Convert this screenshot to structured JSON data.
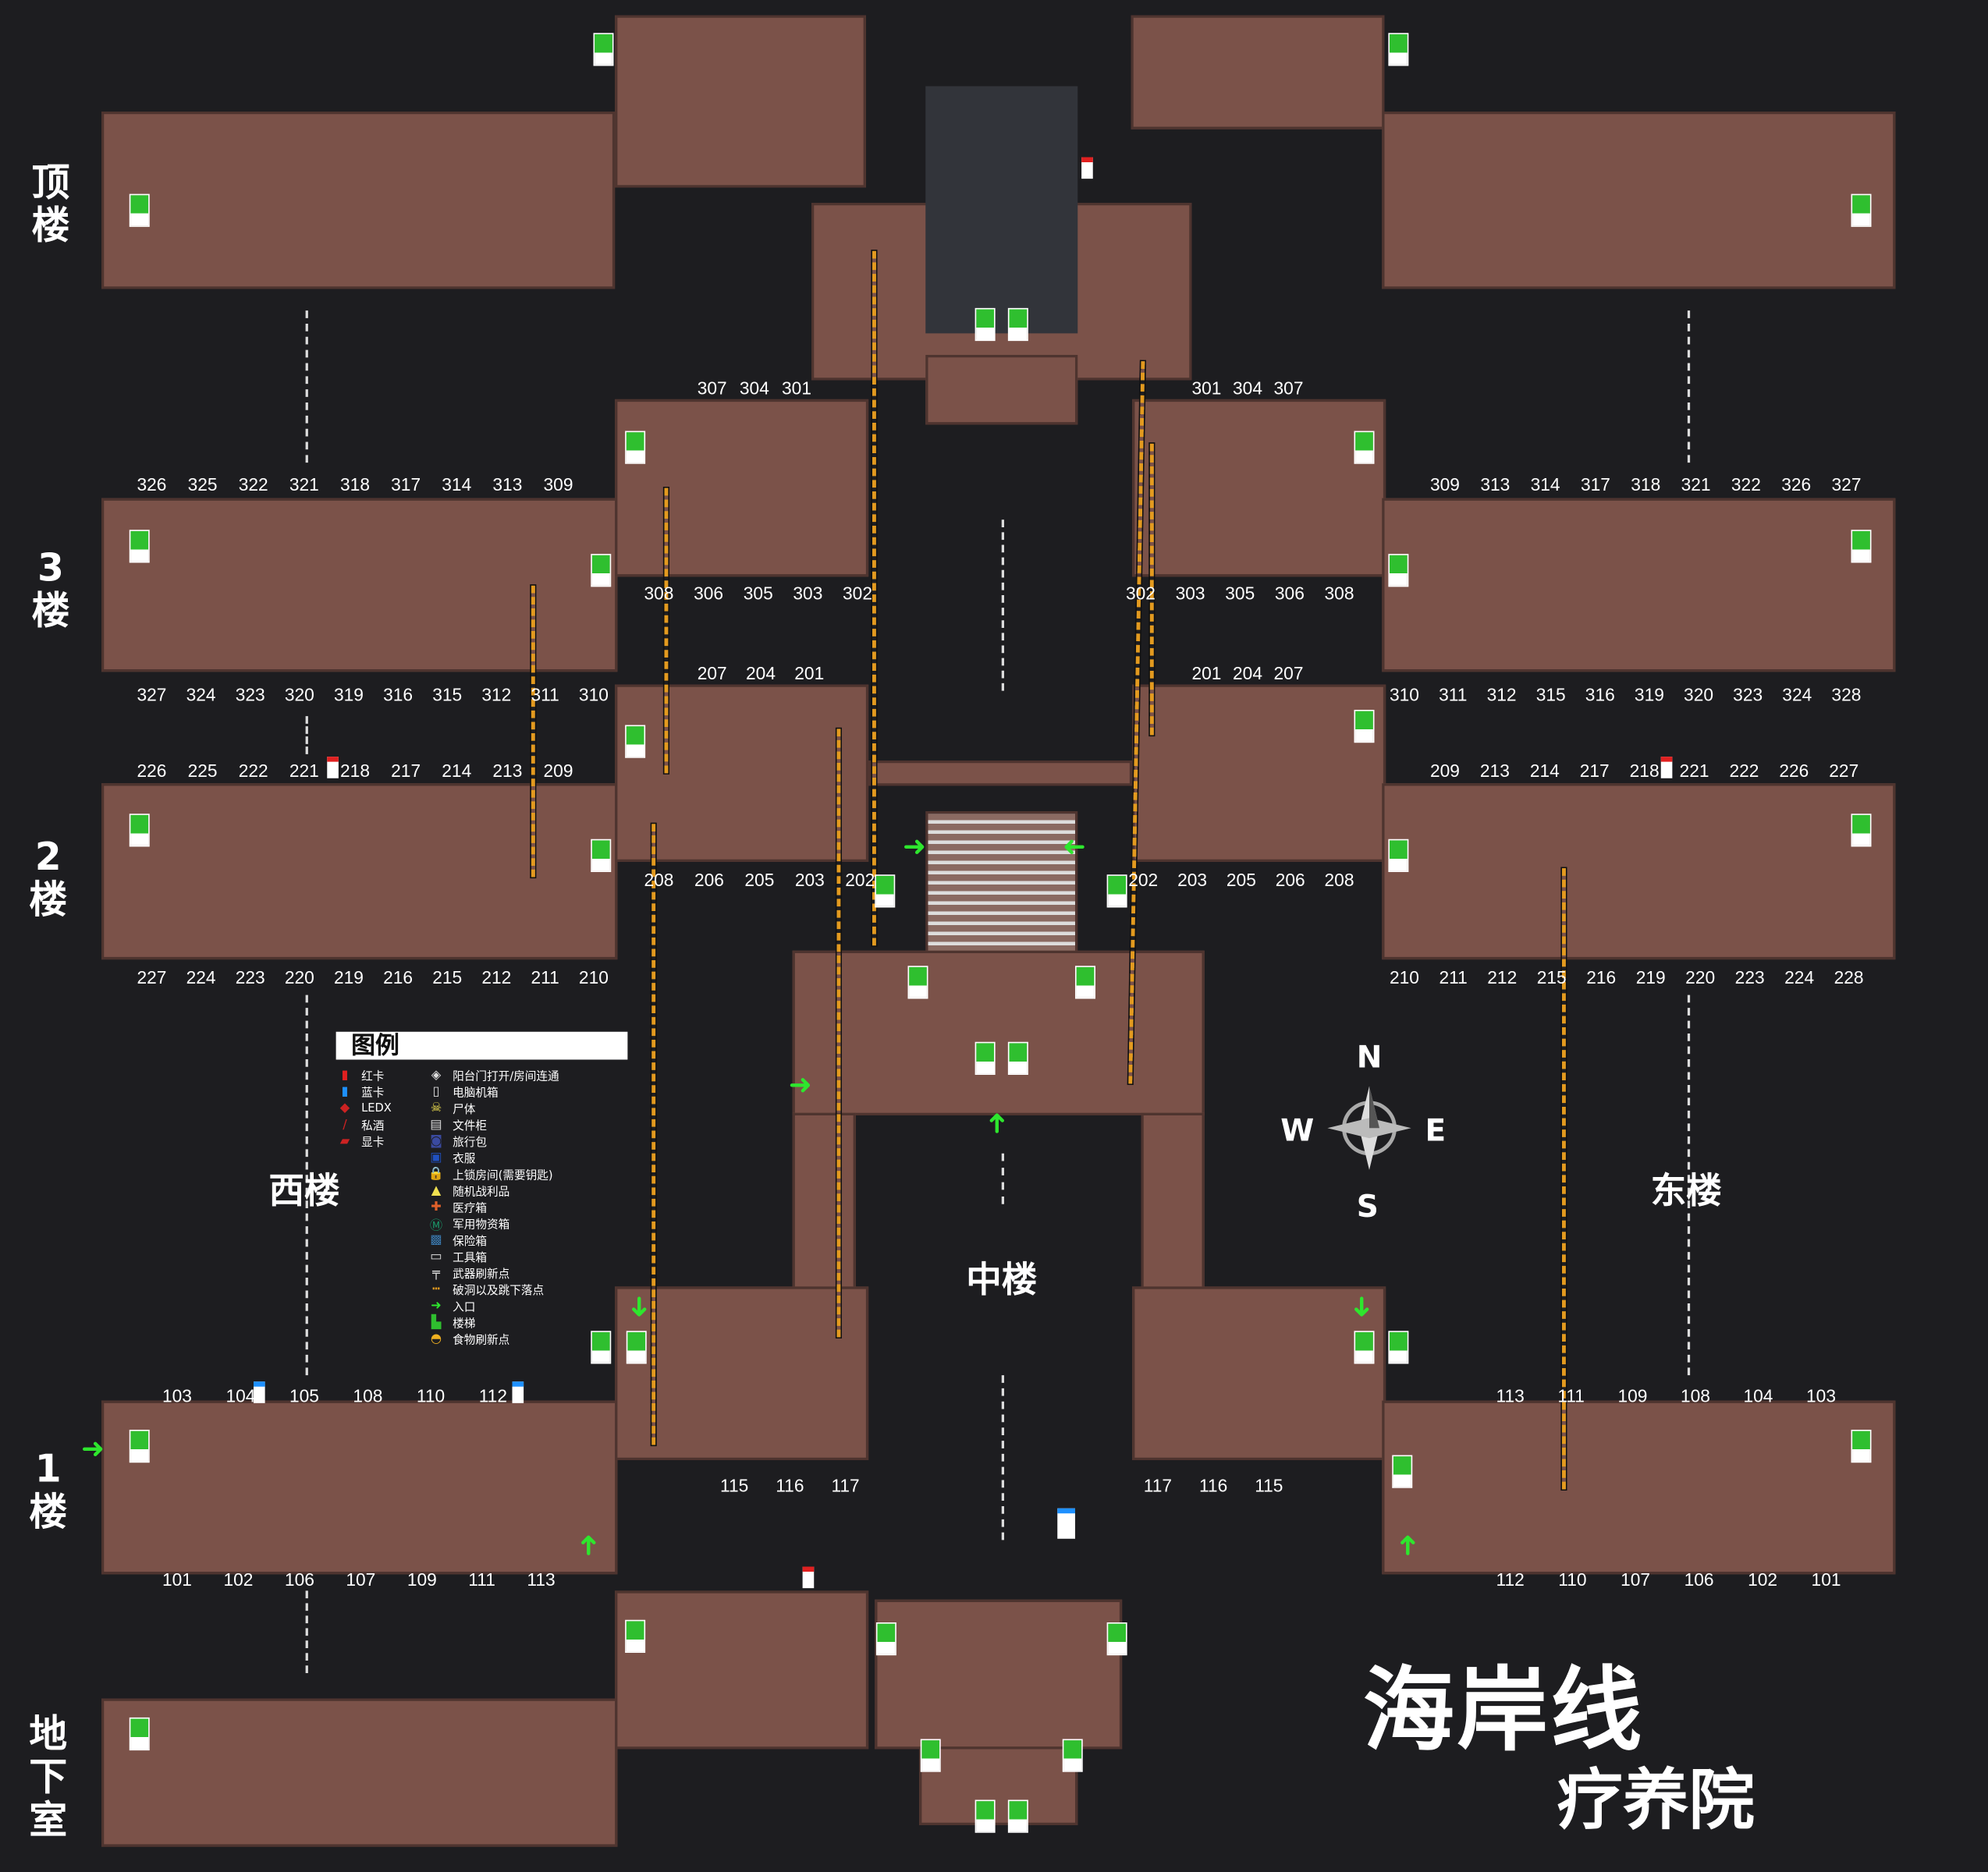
{
  "map_title": {
    "line1": "海岸线",
    "line2": "疗养院"
  },
  "floors": {
    "roof": "顶楼",
    "f3": "3楼",
    "f2": "2楼",
    "f1": "1楼",
    "basement": "地下室"
  },
  "buildings": {
    "west": "西楼",
    "center": "中楼",
    "east": "东楼"
  },
  "compass": {
    "n": "N",
    "s": "S",
    "w": "W",
    "e": "E"
  },
  "legend": {
    "title": "图例",
    "left": [
      {
        "icon": "red-keycard",
        "label": "红卡"
      },
      {
        "icon": "blue-keycard",
        "label": "蓝卡"
      },
      {
        "icon": "ledx",
        "label": "LEDX"
      },
      {
        "icon": "moonshine",
        "label": "私酒"
      },
      {
        "icon": "gpu",
        "label": "显卡"
      }
    ],
    "right": [
      {
        "icon": "door-connect",
        "label": "阳台门打开/房间连通"
      },
      {
        "icon": "pc-case",
        "label": "电脑机箱"
      },
      {
        "icon": "corpse",
        "label": "尸体"
      },
      {
        "icon": "file-cabinet",
        "label": "文件柜"
      },
      {
        "icon": "duffel-bag",
        "label": "旅行包"
      },
      {
        "icon": "clothes",
        "label": "衣服"
      },
      {
        "icon": "lock",
        "label": "上锁房间(需要钥匙)"
      },
      {
        "icon": "loose-loot",
        "label": "随机战利品"
      },
      {
        "icon": "medbag",
        "label": "医疗箱"
      },
      {
        "icon": "military-crate",
        "label": "军用物资箱"
      },
      {
        "icon": "safe",
        "label": "保险箱"
      },
      {
        "icon": "toolbox",
        "label": "工具箱"
      },
      {
        "icon": "weapon-spawn",
        "label": "武器刷新点"
      },
      {
        "icon": "hole-drop",
        "label": "破洞以及跳下落点"
      },
      {
        "icon": "entrance",
        "label": "入口"
      },
      {
        "icon": "stairs",
        "label": "楼梯"
      },
      {
        "icon": "food-spawn",
        "label": "食物刷新点"
      }
    ]
  },
  "rooms": {
    "f3_west_top": [
      "326",
      "325",
      "322",
      "321",
      "318",
      "317",
      "314",
      "313",
      "309"
    ],
    "f3_west_bottom": [
      "327",
      "324",
      "323",
      "320",
      "319",
      "316",
      "315",
      "312",
      "311",
      "310"
    ],
    "f3_westwing_top": [
      "307",
      "304",
      "301"
    ],
    "f3_westwing_bottom": [
      "308",
      "306",
      "305",
      "303",
      "302"
    ],
    "f3_eastwing_top": [
      "301",
      "304",
      "307"
    ],
    "f3_eastwing_bottom": [
      "302",
      "303",
      "305",
      "306",
      "308"
    ],
    "f3_east_top": [
      "309",
      "313",
      "314",
      "317",
      "318",
      "321",
      "322",
      "326",
      "327"
    ],
    "f3_east_bottom": [
      "310",
      "311",
      "312",
      "315",
      "316",
      "319",
      "320",
      "323",
      "324",
      "328"
    ],
    "f2_westwing_top": [
      "207",
      "204",
      "201"
    ],
    "f2_west_top": [
      "226",
      "225",
      "222",
      "221",
      "218",
      "217",
      "214",
      "213",
      "209"
    ],
    "f2_westwing_bottom": [
      "208",
      "206",
      "205",
      "203",
      "202"
    ],
    "f2_west_bottom": [
      "227",
      "224",
      "223",
      "220",
      "219",
      "216",
      "215",
      "212",
      "211",
      "210"
    ],
    "f2_eastwing_top": [
      "201",
      "204",
      "207"
    ],
    "f2_east_top": [
      "209",
      "213",
      "214",
      "217",
      "218",
      "221",
      "222",
      "226",
      "227"
    ],
    "f2_eastwing_bottom": [
      "202",
      "203",
      "205",
      "206",
      "208"
    ],
    "f2_east_bottom": [
      "210",
      "211",
      "212",
      "215",
      "216",
      "219",
      "220",
      "223",
      "224",
      "228"
    ],
    "f1_west_top": [
      "103",
      "104",
      "105",
      "108",
      "110",
      "112"
    ],
    "f1_west_bottom": [
      "101",
      "102",
      "106",
      "107",
      "109",
      "111",
      "113"
    ],
    "f1_westwing_bottom": [
      "115",
      "116",
      "117"
    ],
    "f1_eastwing_bottom": [
      "117",
      "116",
      "115"
    ],
    "f1_east_top": [
      "113",
      "111",
      "109",
      "108",
      "104",
      "103"
    ],
    "f1_east_bottom": [
      "112",
      "110",
      "107",
      "106",
      "102",
      "101"
    ]
  },
  "colors": {
    "background": "#1d1d20",
    "floor": "#7b5249",
    "stairs": "#2fbf2f",
    "entrance": "#2ee62e",
    "hole": "#e39a1f"
  }
}
